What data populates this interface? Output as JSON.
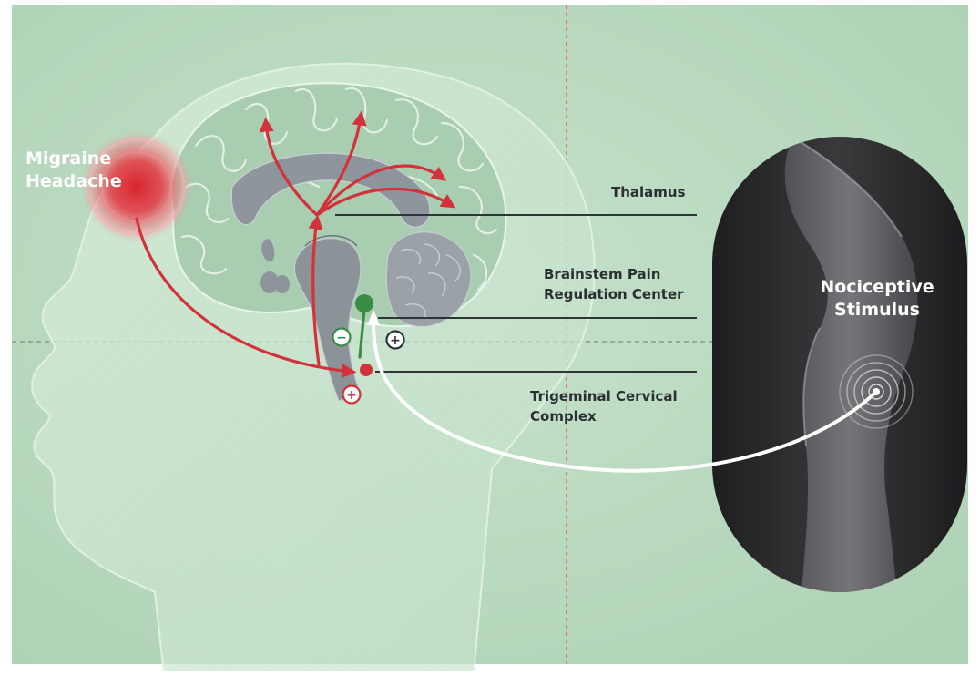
{
  "labels": {
    "migraine_line1": "Migraine",
    "migraine_line2": "Headache",
    "thalamus": "Thalamus",
    "brainstem_line1": "Brainstem Pain",
    "brainstem_line2": "Regulation Center",
    "trigeminal_line1": "Trigeminal Cervical",
    "trigeminal_line2": "Complex",
    "nociceptive_line1": "Nociceptive",
    "nociceptive_line2": "Stimulus"
  },
  "signs": {
    "plus_red": "+",
    "minus_green": "−",
    "plus_dark": "+"
  },
  "colors": {
    "background": "#b6d7bd",
    "pain_red": "#d3323a",
    "inhibit_green": "#3a8b46",
    "panel_dark": "#2b2b2d",
    "guide_orange": "#e2582e"
  }
}
